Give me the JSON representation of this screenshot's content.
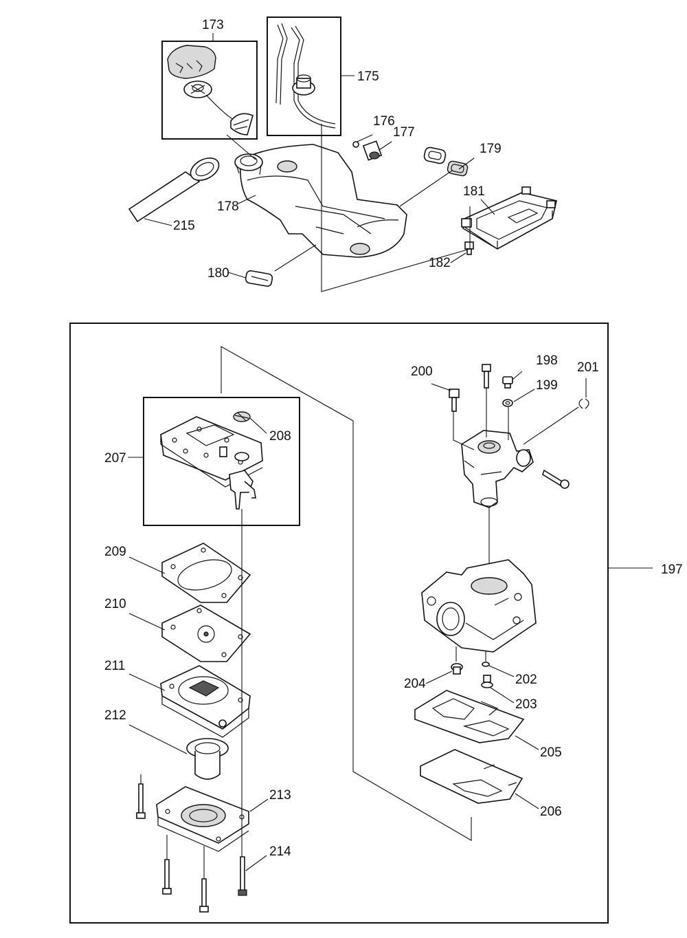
{
  "labels": {
    "p173": "173",
    "p175": "175",
    "p176": "176",
    "p177": "177",
    "p178": "178",
    "p179": "179",
    "p180": "180",
    "p181": "181",
    "p182": "182",
    "p215": "215",
    "p197": "197",
    "p198": "198",
    "p199": "199",
    "p200": "200",
    "p201": "201",
    "p202": "202",
    "p203": "203",
    "p204": "204",
    "p205": "205",
    "p206": "206",
    "p207": "207",
    "p208": "208",
    "p209": "209",
    "p210": "210",
    "p211": "211",
    "p212": "212",
    "p213": "213",
    "p214": "214"
  }
}
